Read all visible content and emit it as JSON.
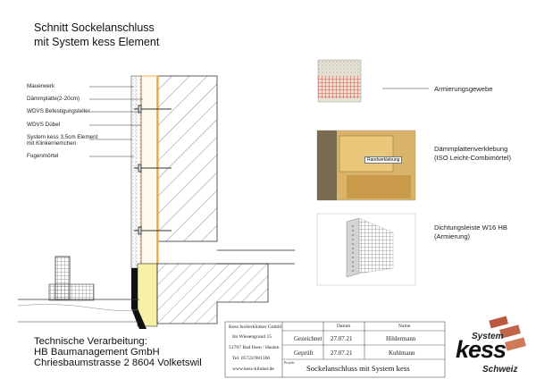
{
  "title": {
    "line1": "Schnitt Sockelanschluss",
    "line2": "mit System kess Element"
  },
  "layers": [
    "Mauerwerk",
    "Dämmplatte(2-20cm)",
    "WDVS Befestigungsteller",
    "WDVS Dübel",
    "System kess 3,5cm Element",
    "mit Klinkerriemchen",
    "Fugenmörtel"
  ],
  "details": {
    "mesh_label": "Armierungsgewebe",
    "adhesive_label_1": "Dämmplattenverklebung",
    "adhesive_label_2": "(ISO Leicht-Combimörtel)",
    "photo_sticker": "Randverklebung",
    "strip_label_1": "Dichtungsleiste W16 HB",
    "strip_label_2": "(Armierung)"
  },
  "execution": {
    "line1": "Technische Verarbeitung:",
    "line2": "HB Baumanagement GmbH",
    "line3": "Chriesbaumstrasse 2  8604 Volketswil"
  },
  "titleblock": {
    "company": [
      "Kess Isolierklinker GmbH",
      "Im Wiesengrund 15",
      "51707 Bad Ilsen / Haslen",
      "Tel. 05722/981360",
      "www.kess-klinker.de"
    ],
    "header_date": "Datum",
    "header_name": "Name",
    "row1": {
      "label": "Gezeichnet",
      "date": "27.07.21",
      "name": "Hildermann"
    },
    "row2": {
      "label": "Geprüft",
      "date": "27.07.21",
      "name": "Kuhlmann"
    },
    "project_tag": "Projekt",
    "drawing_title": "Sockelanschluss mit System kess"
  },
  "logo": {
    "top": "System",
    "main": "kess",
    "bottom": "Schweiz"
  },
  "colors": {
    "insulation": "#f0a030",
    "mesh": "#c0392b",
    "brick": "#c0644a",
    "hatch": "#444444"
  }
}
